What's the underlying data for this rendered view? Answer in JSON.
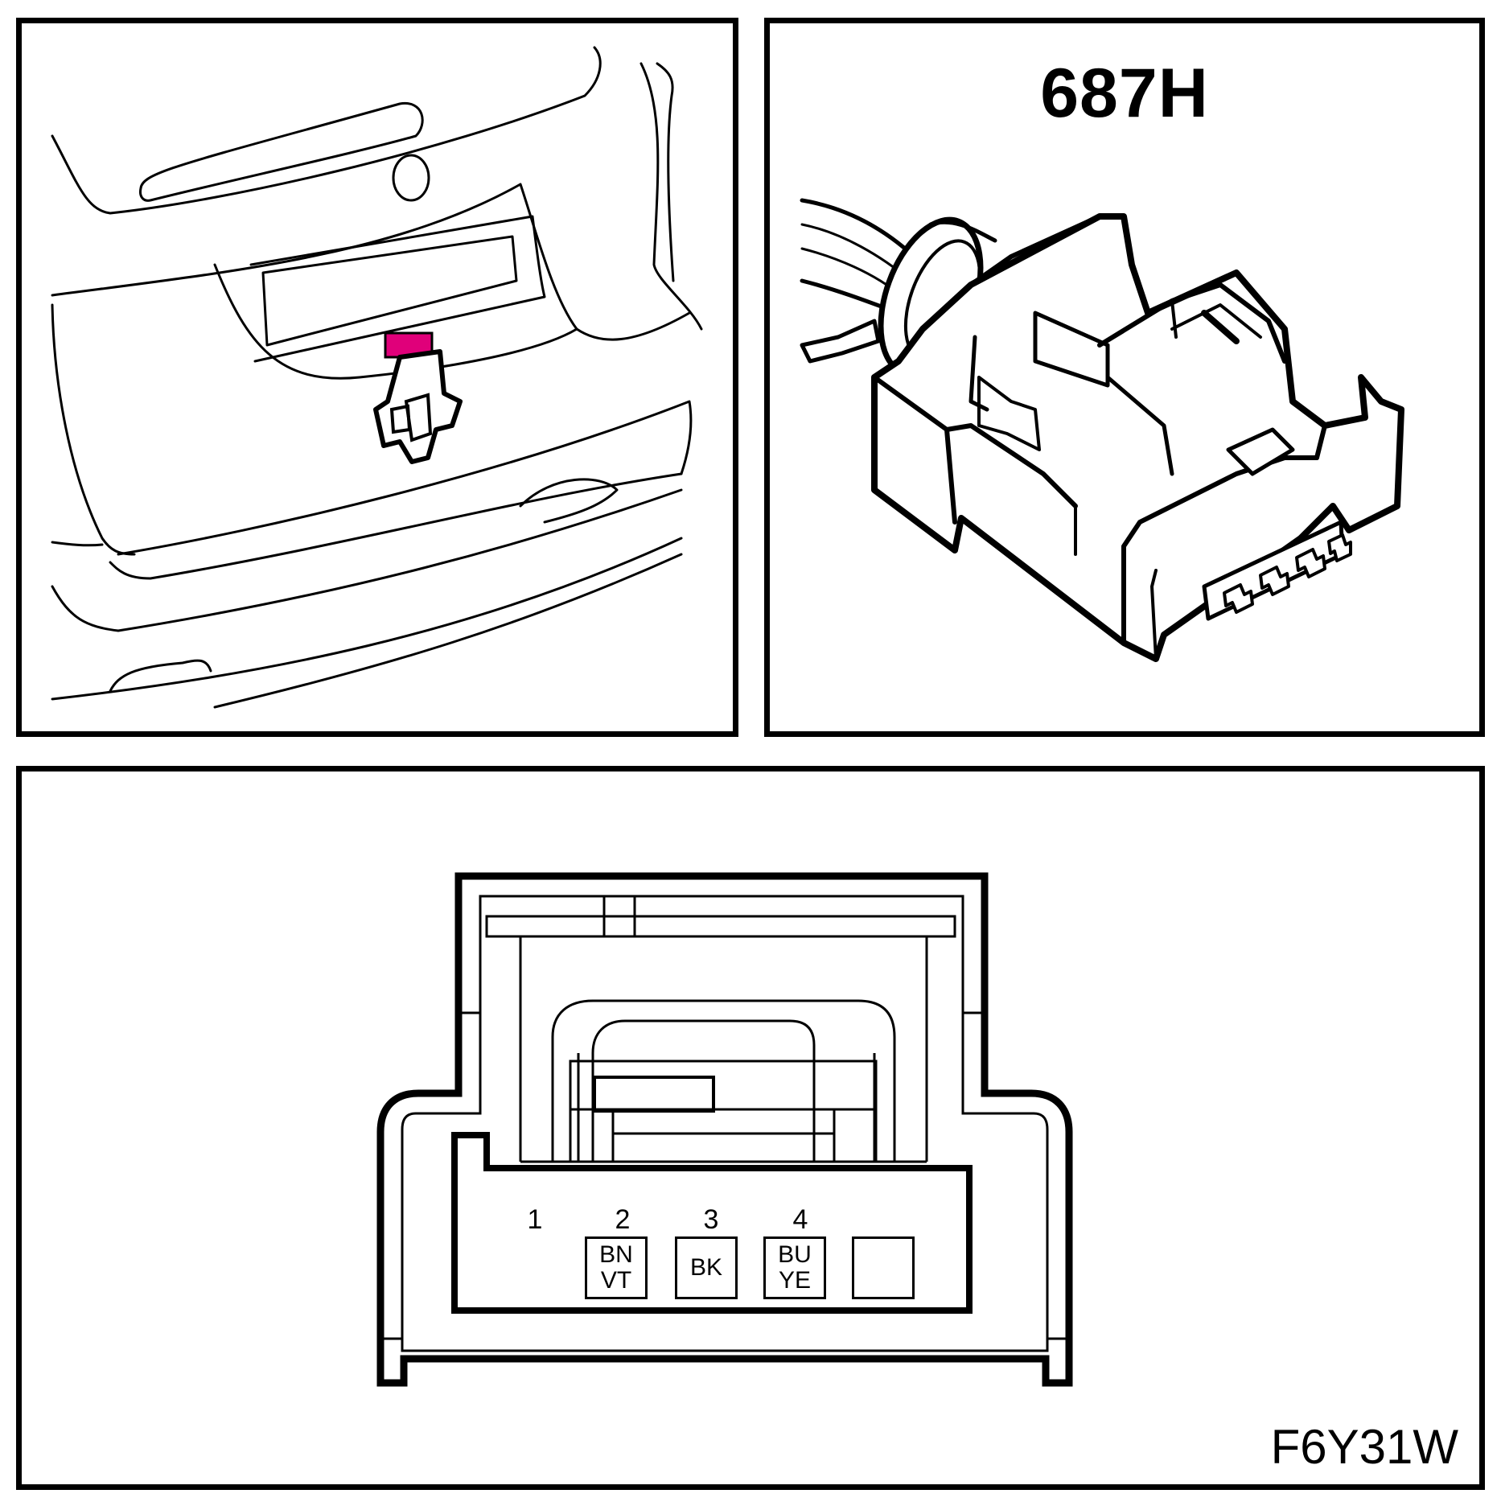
{
  "connector": {
    "id": "687H",
    "figure_code": "F6Y31W",
    "highlight_color": "#e0007a",
    "pins": [
      {
        "number": "1",
        "wire": "BN\nVT"
      },
      {
        "number": "2",
        "wire": "BK"
      },
      {
        "number": "3",
        "wire": "BU\nYE"
      },
      {
        "number": "4",
        "wire": ""
      }
    ]
  }
}
